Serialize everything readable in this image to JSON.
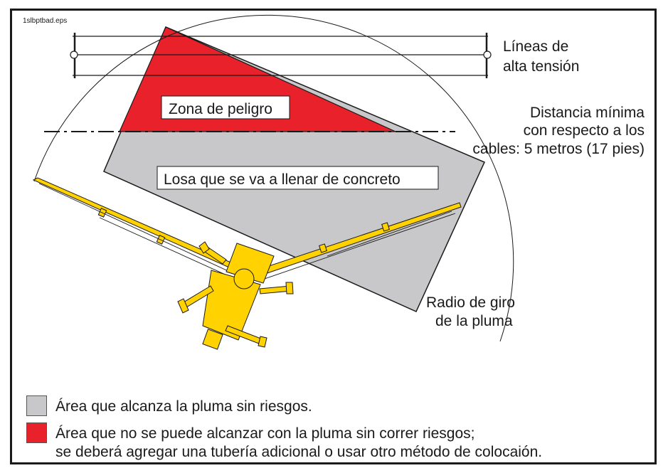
{
  "file_label": "1slbptbad.eps",
  "labels": {
    "power_lines": [
      "Líneas de",
      "alta tensión"
    ],
    "danger_zone": "Zona de peligro",
    "min_distance": [
      "Distancia mínima",
      "con respecto a los",
      "cables: 5 metros (17 pies)"
    ],
    "slab": "Losa que se va a llenar de concreto",
    "swing_radius": [
      "Radio de giro",
      "de la pluma"
    ]
  },
  "legend": [
    {
      "color": "#c8c8ca",
      "lines": [
        "Área que alcanza la pluma sin riesgos."
      ]
    },
    {
      "color": "#e8212b",
      "lines": [
        "Área que no se puede alcanzar con la pluma sin correr riesgos;",
        "se deberá agregar una tubería adicional o usar otro método de colocaión."
      ]
    }
  ],
  "colors": {
    "danger": "#e8212b",
    "slab": "#c8c8ca",
    "boom": "#ffd200",
    "outline": "#1a1a1a"
  }
}
